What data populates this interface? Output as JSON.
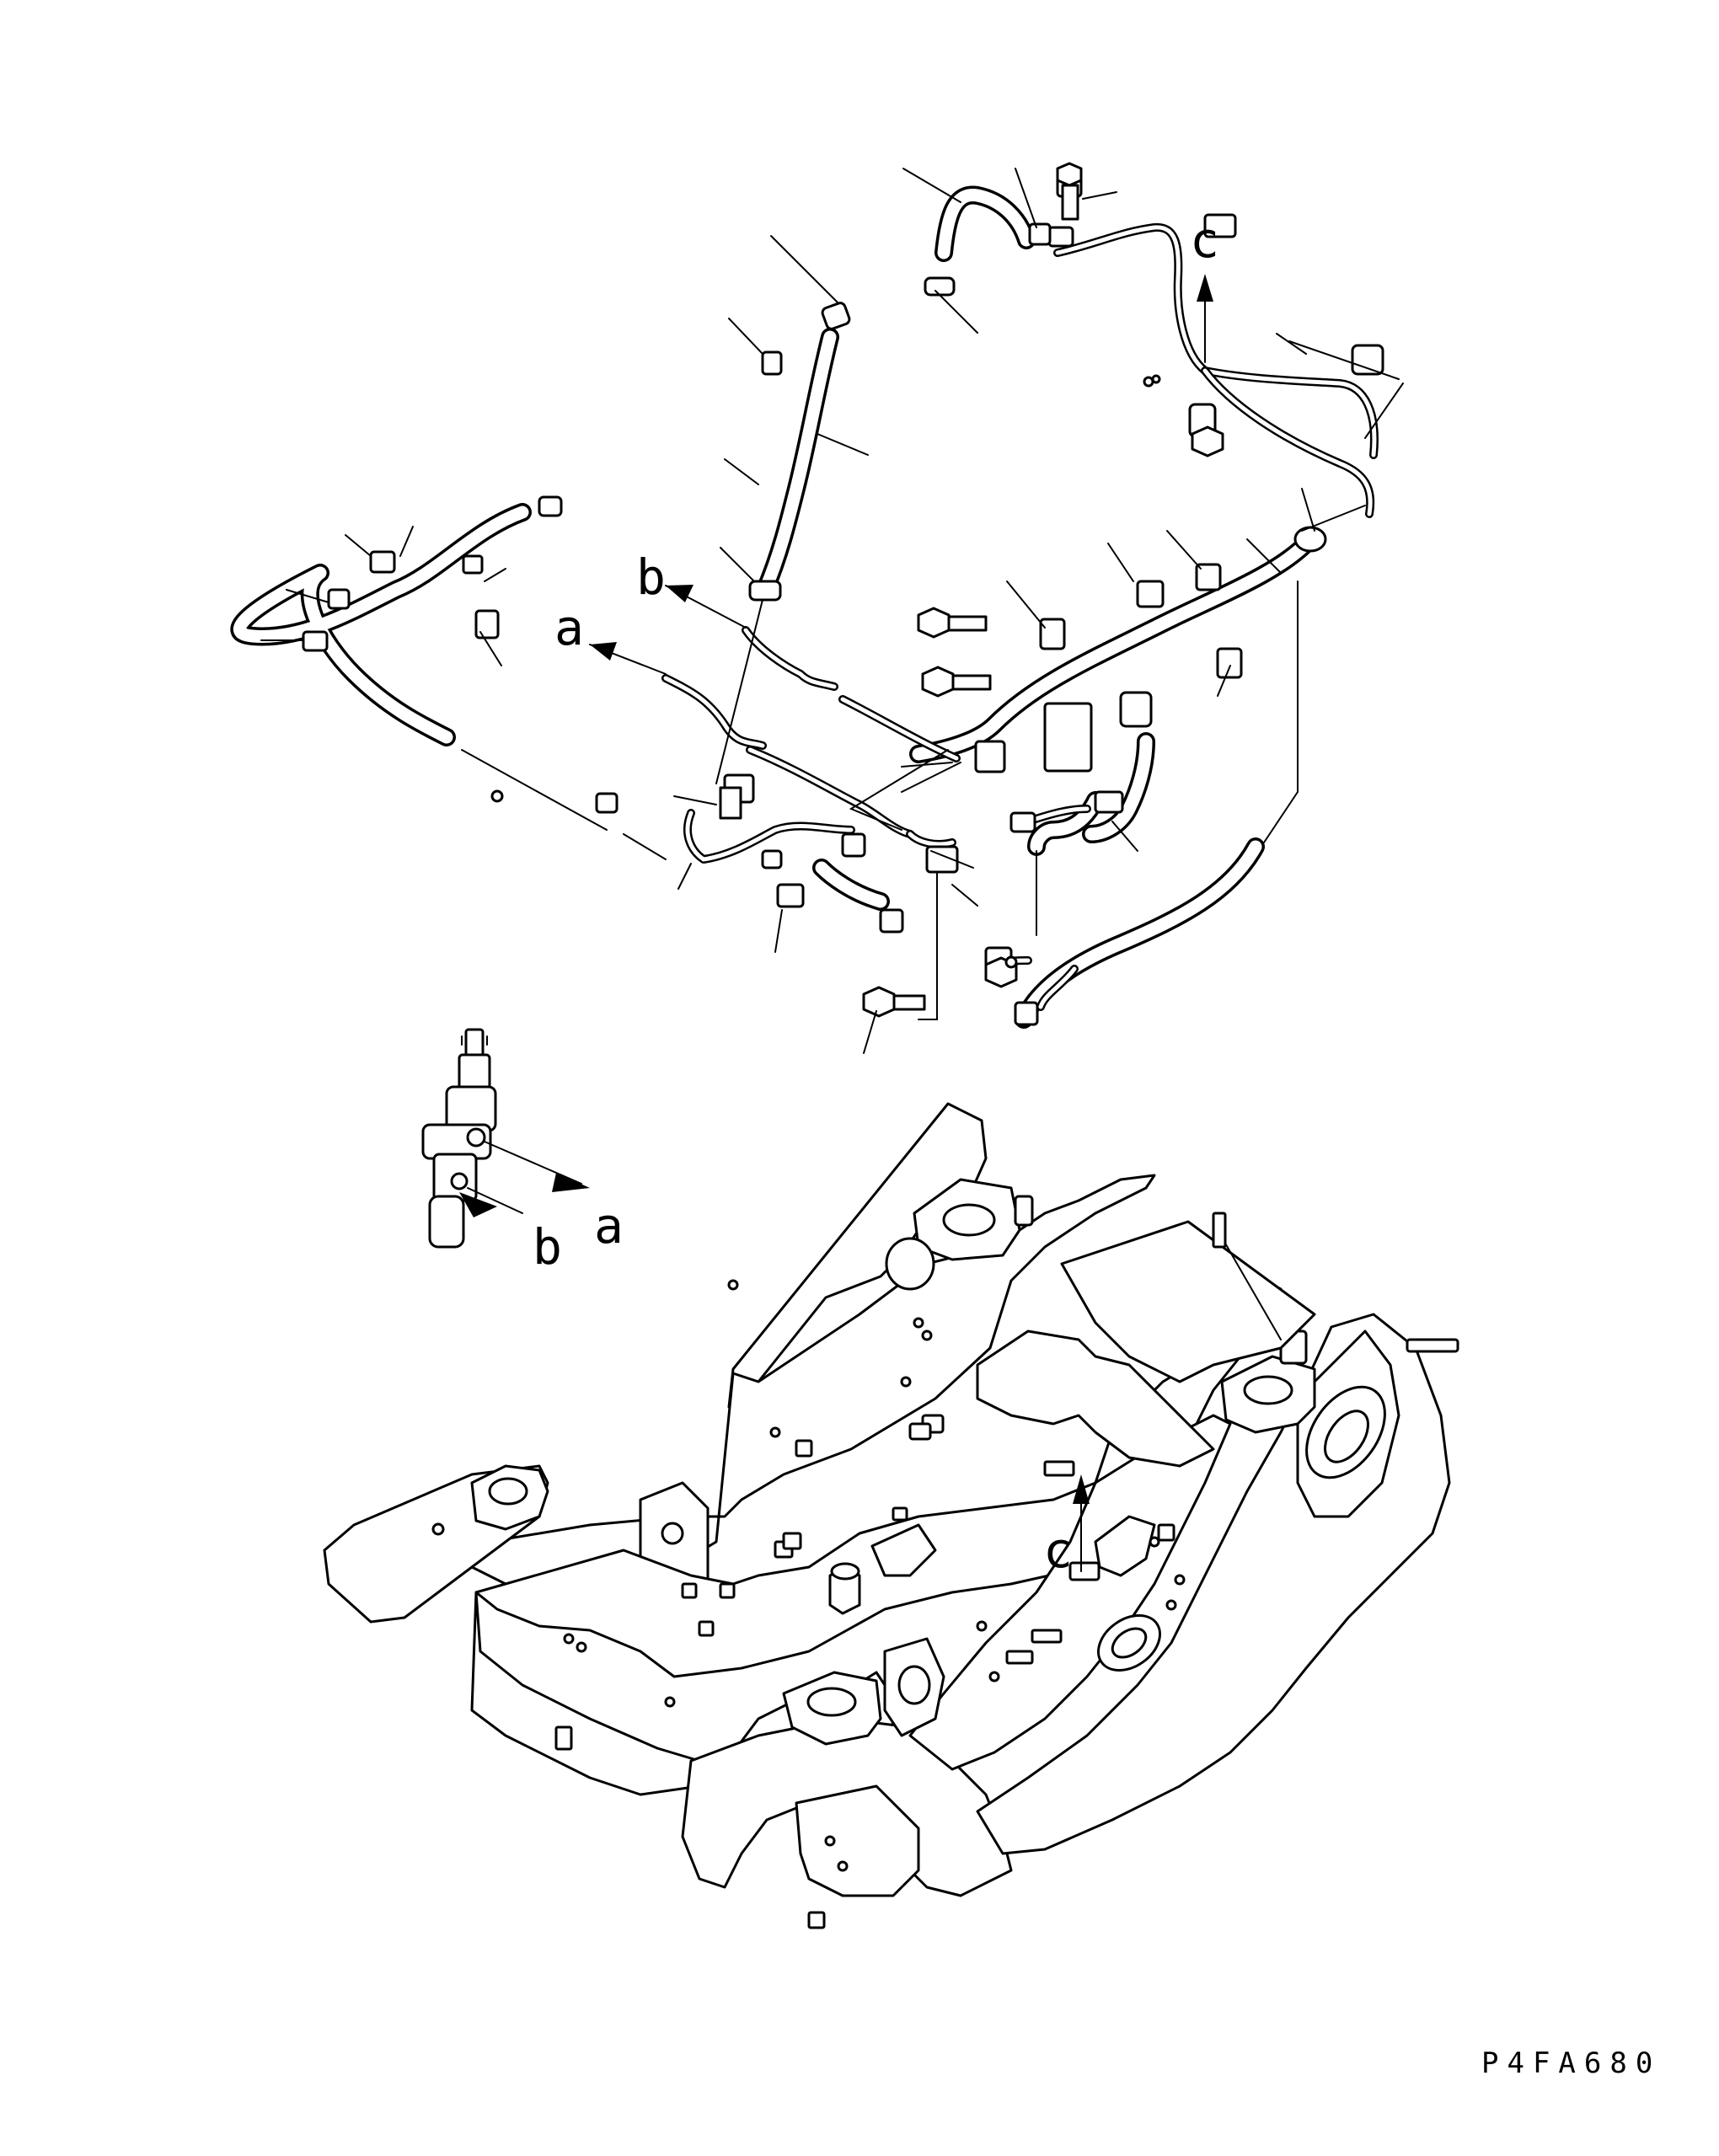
{
  "diagram": {
    "drawing_code": "P4FA680",
    "view_labels": {
      "a_upper": "a",
      "b_upper": "b",
      "c_upper": "c",
      "a_lower": "a",
      "b_lower": "b",
      "c_lower": "c"
    }
  }
}
